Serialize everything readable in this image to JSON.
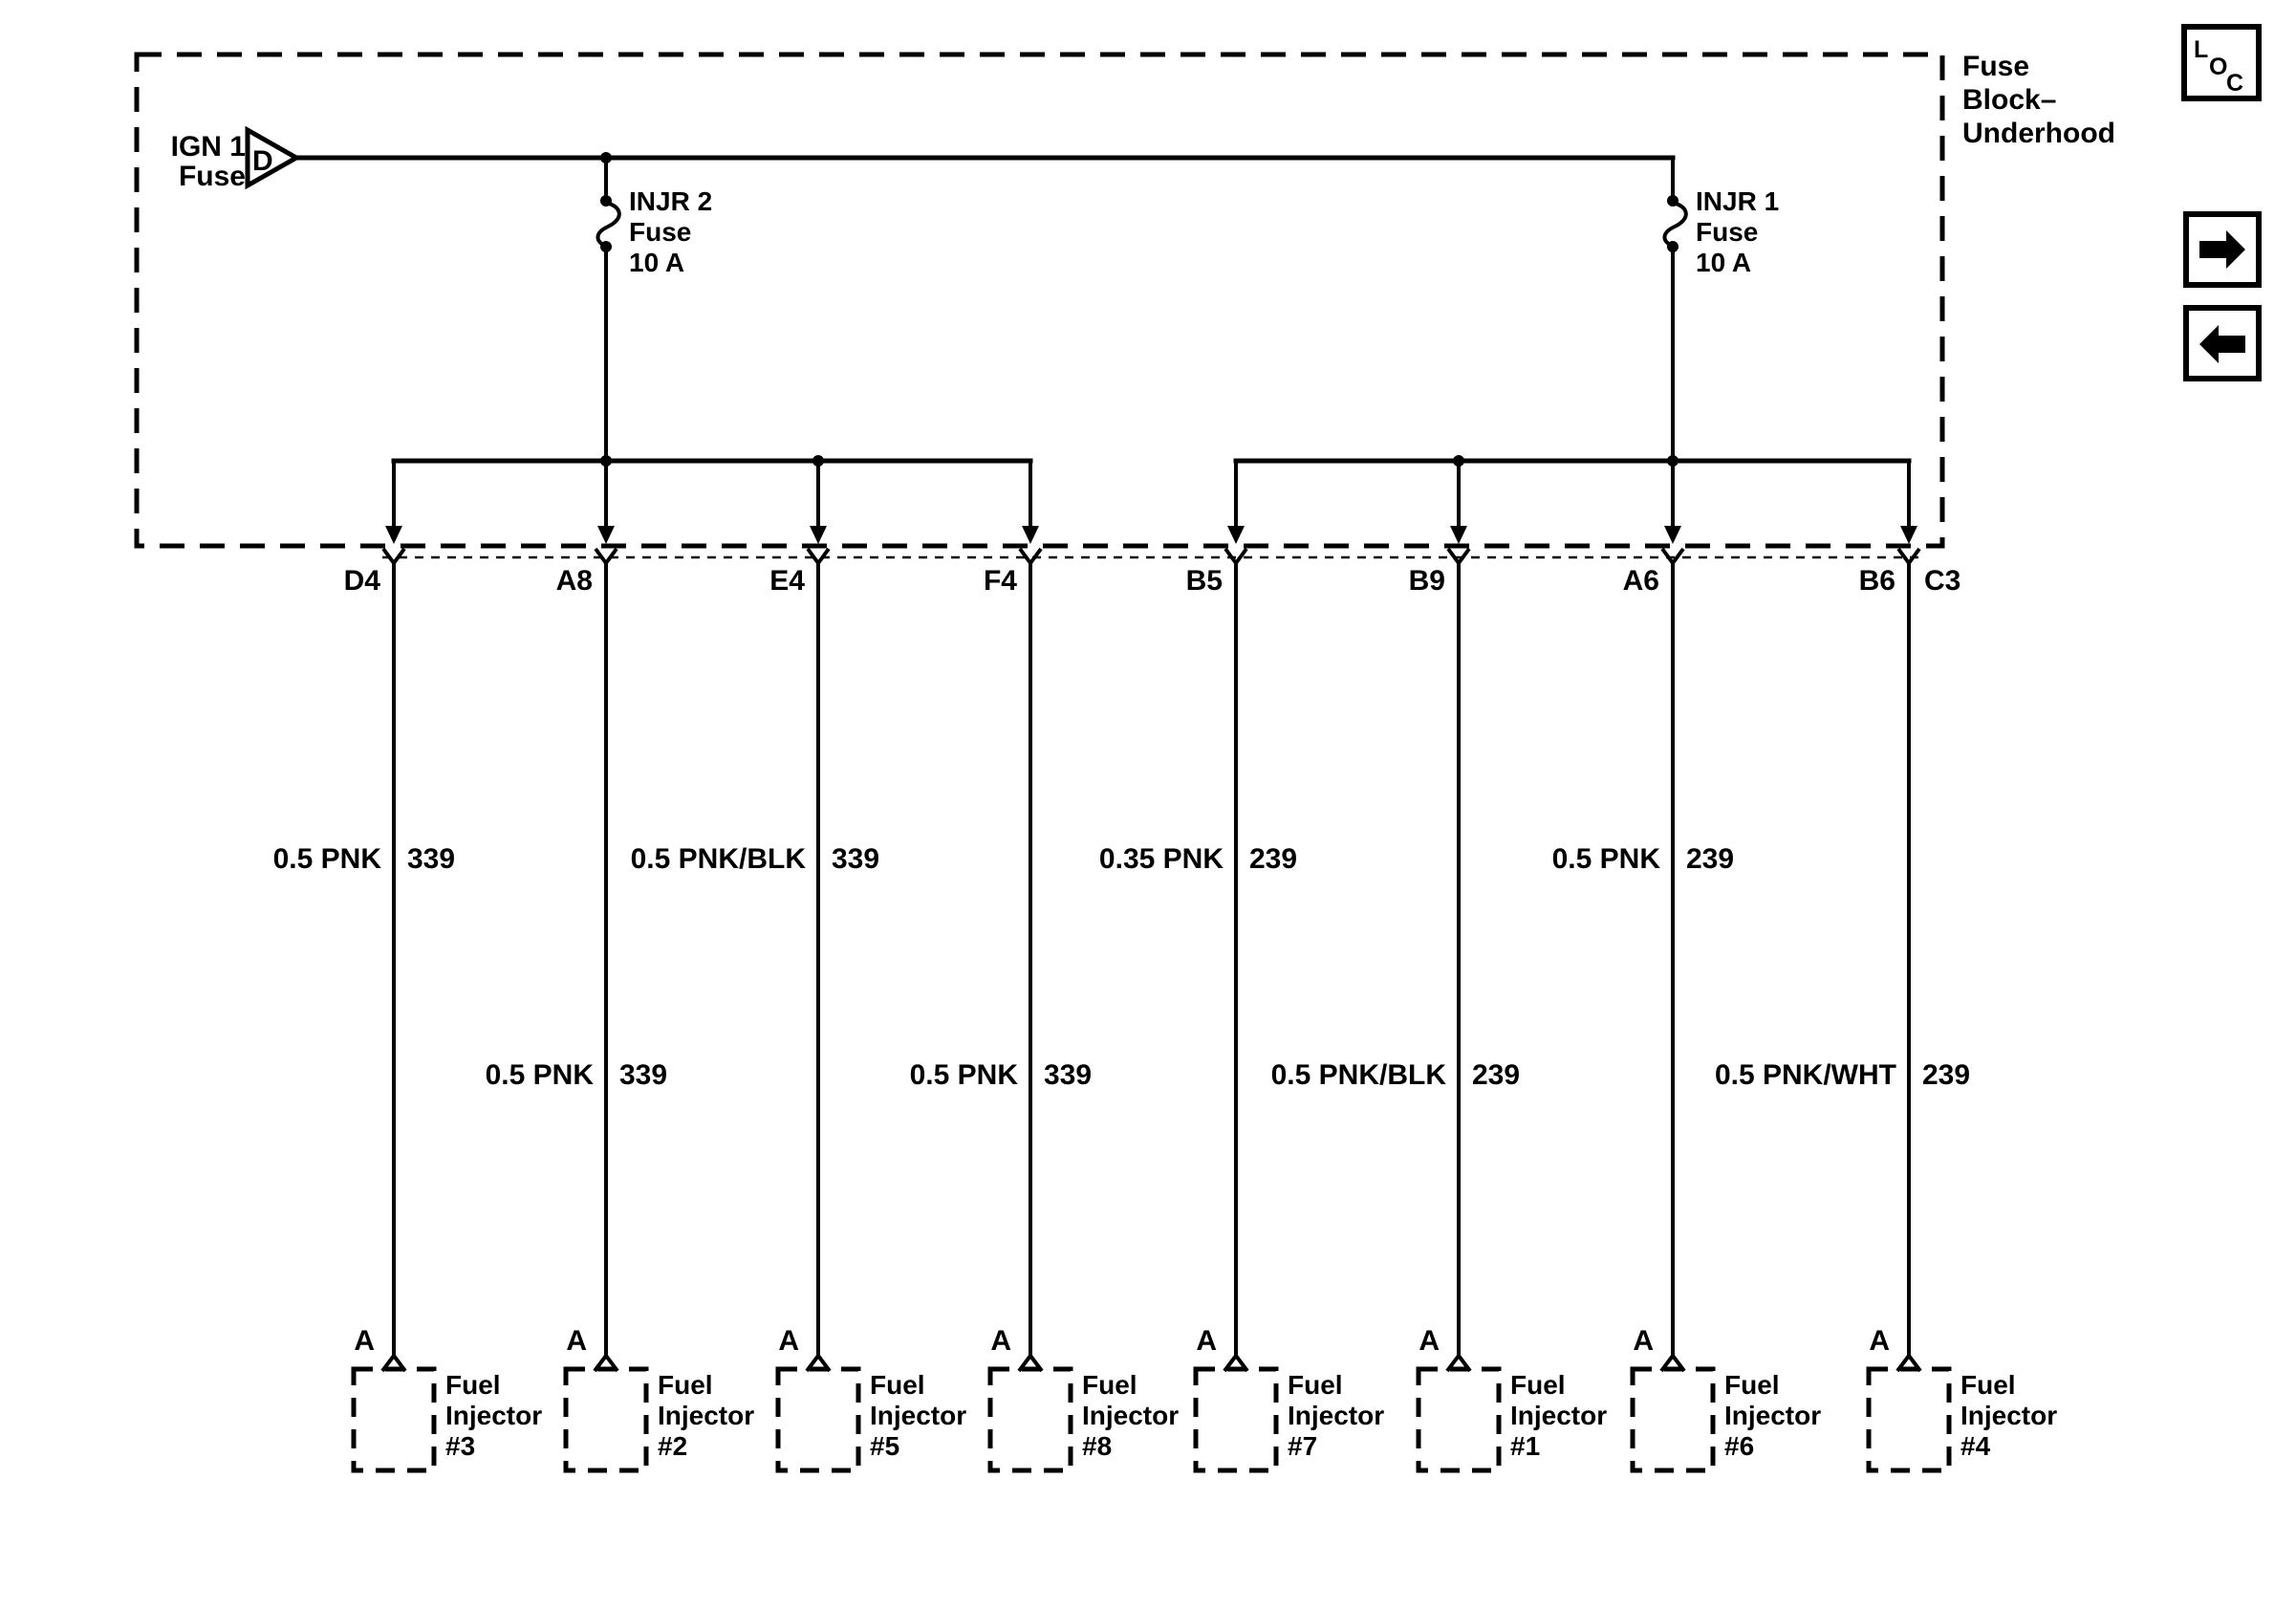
{
  "fuse_block": {
    "label_lines": [
      "Fuse",
      "Block–",
      "Underhood"
    ]
  },
  "source": {
    "label_lines": [
      "IGN 1",
      "Fuse"
    ],
    "pin": "D"
  },
  "fuses": [
    {
      "lines": [
        "INJR 2",
        "Fuse",
        "10 A"
      ]
    },
    {
      "lines": [
        "INJR 1",
        "Fuse",
        "10 A"
      ]
    }
  ],
  "circuits": [
    {
      "pin": "D4",
      "wire": "0.5 PNK",
      "circuit": "339",
      "inj_pin": "A",
      "injector_lines": [
        "Fuel",
        "Injector",
        "#3"
      ]
    },
    {
      "pin": "A8",
      "wire": "0.5 PNK",
      "circuit": "339",
      "inj_pin": "A",
      "injector_lines": [
        "Fuel",
        "Injector",
        "#2"
      ]
    },
    {
      "pin": "E4",
      "wire": "0.5 PNK/BLK",
      "circuit": "339",
      "inj_pin": "A",
      "injector_lines": [
        "Fuel",
        "Injector",
        "#5"
      ]
    },
    {
      "pin": "F4",
      "wire": "0.5 PNK",
      "circuit": "339",
      "inj_pin": "A",
      "injector_lines": [
        "Fuel",
        "Injector",
        "#8"
      ]
    },
    {
      "pin": "B5",
      "wire": "0.35 PNK",
      "circuit": "239",
      "inj_pin": "A",
      "injector_lines": [
        "Fuel",
        "Injector",
        "#7"
      ]
    },
    {
      "pin": "B9",
      "wire": "0.5 PNK/BLK",
      "circuit": "239",
      "inj_pin": "A",
      "injector_lines": [
        "Fuel",
        "Injector",
        "#1"
      ]
    },
    {
      "pin": "A6",
      "wire": "0.5 PNK",
      "circuit": "239",
      "inj_pin": "A",
      "injector_lines": [
        "Fuel",
        "Injector",
        "#6"
      ]
    },
    {
      "pin": "B6",
      "extra_pin": "C3",
      "wire": "0.5 PNK/WHT",
      "circuit": "239",
      "inj_pin": "A",
      "injector_lines": [
        "Fuel",
        "Injector",
        "#4"
      ]
    }
  ],
  "nav": {
    "loc_letters": [
      "L",
      "O",
      "C"
    ]
  },
  "colors": {
    "ink": "#000000",
    "background": "#ffffff"
  }
}
